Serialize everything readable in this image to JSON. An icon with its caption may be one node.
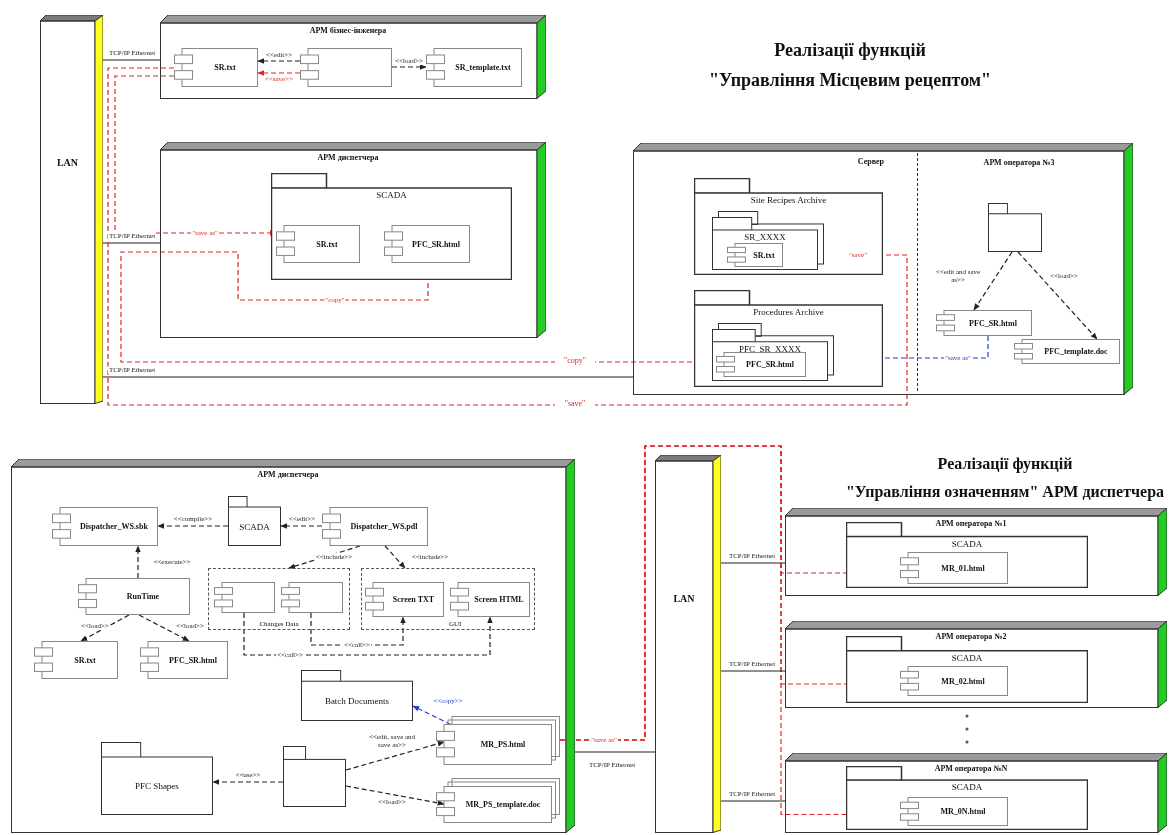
{
  "diagram": {
    "title": "Реалізації функцій \"Управління Місцевим рецептом\"",
    "nodes": [
      {
        "text": [
          "LAN"
        ]
      },
      {
        "text": [
          "АРМ бізнес-інженера"
        ]
      },
      {
        "text": [
          "SR.txt"
        ],
        "in": 1
      },
      {
        "text": [],
        "shape": "box",
        "in": 1
      },
      {
        "text": [
          "SR_template.txt"
        ],
        "in": 1
      },
      {
        "text": [
          "АРМ диспетчера"
        ]
      },
      {
        "text": [
          "SCADA"
        ],
        "in": 5
      },
      {
        "text": [
          "SR.txt"
        ],
        "in": 6
      },
      {
        "text": [
          "PFC_SR.html"
        ],
        "in": 6
      },
      {
        "text": [],
        "shape": "box"
      },
      {
        "text": [
          "Сервер"
        ],
        "in": 9
      },
      {
        "text": [
          "Site Recipes Archive"
        ],
        "in": 10
      },
      {
        "text": [
          "SR_XXXX"
        ],
        "in": 11
      },
      {
        "text": [
          "SR.txt"
        ],
        "in": 12
      },
      {
        "text": [
          "Procedures Archive"
        ],
        "in": 10
      },
      {
        "text": [
          "PFC_SR_XXXX"
        ],
        "in": 14
      },
      {
        "text": [
          "PFC_SR.html"
        ],
        "in": 15
      },
      {
        "text": [
          "АРМ оператора №3"
        ],
        "in": 9
      },
      {
        "text": [],
        "shape": "box",
        "in": 17
      },
      {
        "text": [
          "PFC_SR.html"
        ],
        "in": 17
      },
      {
        "text": [
          "PFC_template.doc"
        ],
        "in": 17
      },
      {
        "text": [
          "АРМ диспетчера"
        ]
      },
      {
        "text": [
          "Dispatcher_WS.sbk"
        ],
        "in": 21
      },
      {
        "text": [
          "SCADA"
        ],
        "in": 21
      },
      {
        "text": [
          "Dispatcher_WS.pdl"
        ],
        "in": 21
      },
      {
        "text": [
          "RunTime"
        ],
        "in": 21
      },
      {
        "text": [
          "SR.txt"
        ],
        "in": 21
      },
      {
        "text": [
          "PFC_SR.html"
        ],
        "in": 21
      },
      {
        "text": [
          "Changes Data"
        ],
        "in": 21
      },
      {
        "text": [],
        "shape": "box",
        "in": 28
      },
      {
        "text": [],
        "shape": "box",
        "in": 28
      },
      {
        "text": [
          "GUI"
        ],
        "in": 21
      },
      {
        "text": [
          "Screen TXT"
        ],
        "in": 31
      },
      {
        "text": [
          "Screen HTML"
        ],
        "in": 31
      },
      {
        "text": [
          "Batch Documents"
        ],
        "in": 21
      },
      {
        "text": [
          "PFC Shapes"
        ],
        "in": 21
      },
      {
        "text": [],
        "shape": "box",
        "in": 21
      },
      {
        "text": [
          "MR_PS.html"
        ],
        "in": 21
      },
      {
        "text": [
          "MR_PS_template.doc"
        ],
        "in": 21
      },
      {
        "text": [
          "LAN"
        ]
      },
      {
        "text": [
          "АРМ оператора №1"
        ]
      },
      {
        "text": [
          "SCADA"
        ],
        "in": 40
      },
      {
        "text": [
          "MR_01.html"
        ],
        "in": 41
      },
      {
        "text": [
          "АРМ оператора №2"
        ]
      },
      {
        "text": [
          "SCADA"
        ],
        "in": 43
      },
      {
        "text": [
          "MR_02.html"
        ],
        "in": 44
      },
      {
        "text": [
          "АРМ оператора №N"
        ]
      },
      {
        "text": [
          "SCADA"
        ],
        "in": 46
      },
      {
        "text": [
          "MR_0N.html"
        ],
        "in": 47
      }
    ],
    "edges": [
      {
        "from": 0,
        "to": 1,
        "arrow": "none",
        "label": "TCP/IP Ethernet"
      },
      {
        "from": 0,
        "to": 5,
        "arrow": "none",
        "label": "TCP/IP Ethernet"
      },
      {
        "from": 0,
        "to": 9,
        "arrow": "none",
        "label": "TCP/IP Ethernet"
      },
      {
        "from": 3,
        "to": 2,
        "arrow": "to",
        "label": "<<edit>>",
        "style": "dashed"
      },
      {
        "from": 3,
        "to": 2,
        "arrow": "to",
        "label": "<<save>>",
        "style": "dashed",
        "color": "#e02424"
      },
      {
        "from": 3,
        "to": 4,
        "arrow": "to",
        "label": "<<load>>",
        "style": "dashed"
      },
      {
        "from": 2,
        "to": 7,
        "arrow": "to",
        "label": "\"save as\"",
        "style": "dashed",
        "color": "#e02424"
      },
      {
        "from": 16,
        "to": 8,
        "arrow": "to",
        "label": "\"copy\"",
        "style": "dashed",
        "color": "#e02424"
      },
      {
        "from": 2,
        "to": 13,
        "arrow": "to",
        "label": "\"save\"",
        "style": "dashed",
        "color": "#e02424"
      },
      {
        "from": 19,
        "to": 16,
        "arrow": "to",
        "label": "\"save as\"",
        "style": "dashed",
        "color": "#1f3fd0"
      },
      {
        "from": 18,
        "to": 19,
        "arrow": "to",
        "label": "<<edit and save as>>",
        "style": "dashed"
      },
      {
        "from": 18,
        "to": 20,
        "arrow": "to",
        "label": "<<load>>",
        "style": "dashed"
      },
      {
        "from": 24,
        "to": 23,
        "arrow": "to",
        "label": "<<edit>>",
        "style": "dashed"
      },
      {
        "from": 23,
        "to": 22,
        "arrow": "to",
        "label": "<<compile>>",
        "style": "dashed"
      },
      {
        "from": 25,
        "to": 22,
        "arrow": "to",
        "label": "<<execute>>",
        "style": "dashed"
      },
      {
        "from": 25,
        "to": 26,
        "arrow": "to",
        "label": "<<load>>",
        "style": "dashed"
      },
      {
        "from": 25,
        "to": 27,
        "arrow": "to",
        "label": "<<load>>",
        "style": "dashed"
      },
      {
        "from": 24,
        "to": 28,
        "arrow": "to",
        "label": "<<include>>",
        "style": "dashed"
      },
      {
        "from": 24,
        "to": 31,
        "arrow": "to",
        "label": "<<include>>",
        "style": "dashed"
      },
      {
        "from": 30,
        "to": 32,
        "arrow": "to",
        "label": "<<call>>",
        "style": "dashed"
      },
      {
        "from": 29,
        "to": 33,
        "arrow": "to",
        "label": "<<call>>",
        "style": "dashed"
      },
      {
        "from": 36,
        "to": 35,
        "arrow": "to",
        "label": "<<use>>",
        "style": "dashed"
      },
      {
        "from": 36,
        "to": 37,
        "arrow": "to",
        "label": "<<edit, save and save as>>",
        "style": "dashed"
      },
      {
        "from": 36,
        "to": 38,
        "arrow": "to",
        "label": "<<load>>",
        "style": "dashed"
      },
      {
        "from": 37,
        "to": 34,
        "arrow": "to",
        "label": "<<copy>>",
        "style": "dashed",
        "color": "#1f3fd0"
      },
      {
        "from": 37,
        "to": 42,
        "arrow": "to",
        "label": "\"save as\"",
        "style": "dashed",
        "color": "#e02424"
      },
      {
        "from": 37,
        "to": 45,
        "arrow": "to",
        "style": "dashed",
        "color": "#e02424"
      },
      {
        "from": 37,
        "to": 48,
        "arrow": "to",
        "style": "dashed",
        "color": "#e02424"
      },
      {
        "from": 39,
        "to": 21,
        "arrow": "none",
        "label": "TCP/IP Ethernet"
      },
      {
        "from": 39,
        "to": 40,
        "arrow": "none",
        "label": "TCP/IP Ethernet"
      },
      {
        "from": 39,
        "to": 43,
        "arrow": "none",
        "label": "TCP/IP Ethernet"
      },
      {
        "from": 39,
        "to": 46,
        "arrow": "none",
        "label": "TCP/IP Ethernet"
      }
    ],
    "labels": [
      "Реалізації функцій \"Управління означенням\" АРМ диспетчера",
      "\"copy\"",
      "\"save\""
    ]
  }
}
